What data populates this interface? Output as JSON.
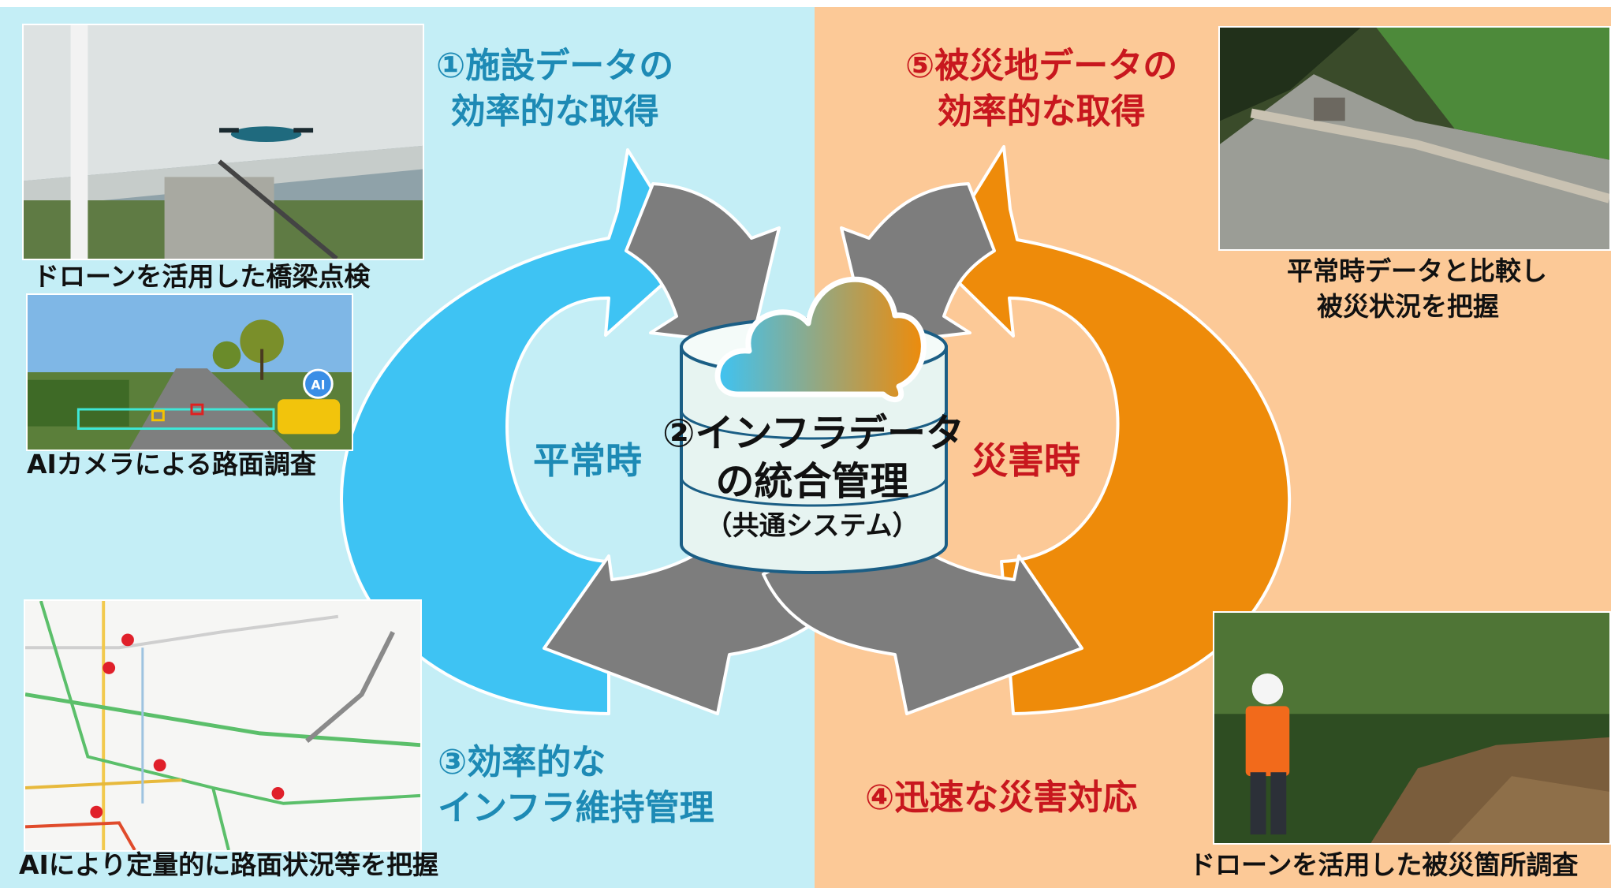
{
  "left_phase": {
    "label": "平常時",
    "steps": {
      "step1": {
        "line1": "①施設データの",
        "line2": "効率的な取得"
      },
      "step3": {
        "line1": "③効率的な",
        "line2": "インフラ維持管理"
      }
    },
    "photos": {
      "bridge_caption": "ドローンを活用した橋梁点検",
      "road_caption": "AIカメラによる路面調査",
      "road_ai_badge": "AI",
      "map_caption": "AIにより定量的に路面状況等を把握"
    }
  },
  "right_phase": {
    "label": "災害時",
    "steps": {
      "step5": {
        "line1": "⑤被災地データの",
        "line2": "効率的な取得"
      },
      "step4": {
        "line1": "④迅速な災害対応"
      }
    },
    "photos": {
      "terrain_caption_line1": "平常時データと比較し",
      "terrain_caption_line2": "被災状況を把握",
      "site_caption": "ドローンを活用した被災箇所調査"
    }
  },
  "center": {
    "title_line1": "②インフラデータ",
    "title_line2": "の統合管理",
    "subtitle": "（共通システム）"
  },
  "colors": {
    "left_background": "#c4eef6",
    "right_background": "#fcc997",
    "normal_arrow": "#3ec3f3",
    "disaster_arrow": "#ee8b0a",
    "gray_arrow": "#7d7d7d",
    "normal_text": "#1d8ab5",
    "disaster_text": "#c8171e"
  }
}
